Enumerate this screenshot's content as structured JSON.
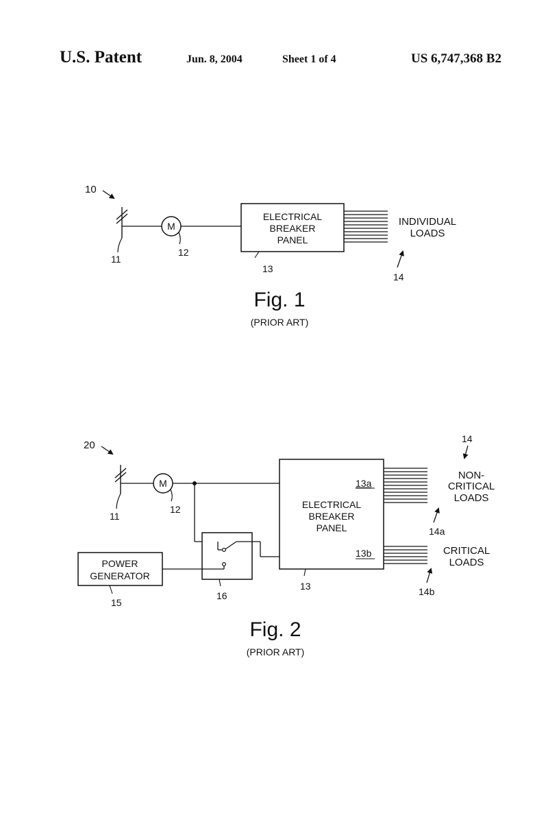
{
  "header": {
    "brand": "U.S. Patent",
    "date": "Jun. 8, 2004",
    "sheet": "Sheet 1 of 4",
    "patent_number": "US 6,747,368 B2"
  },
  "figure1": {
    "ref_system": "10",
    "ref_line": "11",
    "meter_symbol": "M",
    "ref_meter": "12",
    "panel_lines": [
      "ELECTRICAL",
      "BREAKER",
      "PANEL"
    ],
    "ref_panel": "13",
    "loads_lines": [
      "INDIVIDUAL",
      "LOADS"
    ],
    "ref_loads": "14",
    "caption": "Fig. 1",
    "subcaption": "(PRIOR ART)"
  },
  "figure2": {
    "ref_system": "20",
    "ref_line": "11",
    "meter_symbol": "M",
    "ref_meter": "12",
    "panel_lines": [
      "ELECTRICAL",
      "BREAKER",
      "PANEL"
    ],
    "ref_panel": "13",
    "panel_section_a": "13a",
    "panel_section_b": "13b",
    "ref_loads": "14",
    "noncritical_lines": [
      "NON-",
      "CRITICAL",
      "LOADS"
    ],
    "ref_noncritical": "14a",
    "critical_lines": [
      "CRITICAL",
      "LOADS"
    ],
    "ref_critical": "14b",
    "generator_lines": [
      "POWER",
      "GENERATOR"
    ],
    "ref_generator": "15",
    "ref_switch": "16",
    "caption": "Fig. 2",
    "subcaption": "(PRIOR ART)"
  }
}
